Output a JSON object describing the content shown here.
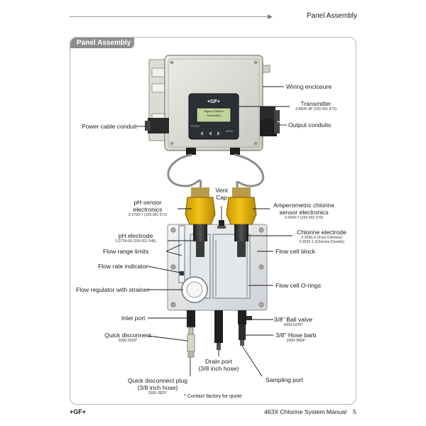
{
  "header": {
    "section": "Panel Assembly"
  },
  "tag": "Panel Assembly",
  "device": {
    "brand": "+GF+",
    "screen_line1": "Signet Chlorine",
    "screen_line2": "Transmitter",
    "btn_left": "ENTER",
    "btn_right": "MENU"
  },
  "labels": {
    "wiring_enclosure": "Wiring enclosure",
    "transmitter": "Transmitter",
    "transmitter_pn": "3-8630-3P (159 001 673)",
    "power_cable": "Power cable conduit",
    "output_conduits": "Output conduits",
    "vent_cap_1": "Vent",
    "vent_cap_2": "Cap",
    "ph_sensor_1": "pH sensor",
    "ph_sensor_2": "electronics",
    "ph_sensor_pn": "3-2750-7 (159 001 671)",
    "amp_1": "Amperometric chlorine",
    "amp_2": "sensor electronics",
    "amp_pn": "3-2650-7 (159 001 670)",
    "ph_electrode": "pH electrode",
    "ph_electrode_pn": "3-2724-00 (159 001 545)",
    "cl_electrode": "Chlorine electrode",
    "cl_pn_1": "3-2630-X (Free Chlorine)",
    "cl_pn_2": "3-2632-1 (Chlorine Dioxide)",
    "flow_range": "Flow range limits",
    "flow_cell_block": "Flow cell block",
    "flow_rate": "Flow rate indicator",
    "flow_regulator": "Flow regulator with strainer",
    "flow_orings": "Flow cell O-rings",
    "inlet_port": "Inlet port",
    "ball_valve": "3/8\" Ball valve",
    "ball_valve_pn": "4300-5225*",
    "quick_disconnect": "Quick disconnect",
    "quick_disconnect_pn": "2000-2525*",
    "hose_barb": "3/8\" Hose barb",
    "hose_barb_pn": "2000-3804*",
    "drain_1": "Drain port",
    "drain_2": "(3/8 inch hose)",
    "qd_plug_1": "Quick disconnect plug",
    "qd_plug_2": "(3/8 inch hose)",
    "qd_plug_pn": "2000-3825*",
    "sampling_port": "Sampling port"
  },
  "note": "* Contact factory for quote",
  "footer": {
    "logo": "+GF+",
    "manual": "463X Chlorine System Manual",
    "page": "5"
  }
}
